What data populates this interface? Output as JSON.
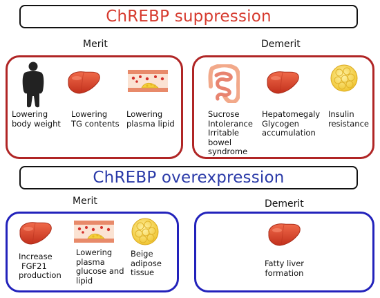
{
  "suppression": {
    "title": "ChREBP suppression",
    "merit_label": "Merit",
    "demerit_label": "Demerit",
    "merits": [
      {
        "icon": "body-silhouette-icon",
        "lines": [
          "Lowering",
          "body weight"
        ]
      },
      {
        "icon": "liver-icon",
        "lines": [
          "Lowering",
          "TG contents"
        ]
      },
      {
        "icon": "blood-vessel-icon",
        "lines": [
          "Lowering",
          "plasma lipid"
        ]
      }
    ],
    "demerits": [
      {
        "icon": "intestine-icon",
        "lines": [
          "Sucrose",
          "Intolerance",
          "Irritable",
          "bowel",
          "syndrome"
        ]
      },
      {
        "icon": "liver-icon",
        "lines": [
          "Hepatomegaly",
          "Glycogen",
          "accumulation"
        ]
      },
      {
        "icon": "adipocyte-icon",
        "lines": [
          "Insulin",
          "resistance"
        ]
      }
    ]
  },
  "overexpression": {
    "title": "ChREBP overexpression",
    "merit_label": "Merit",
    "demerit_label": "Demerit",
    "merits": [
      {
        "icon": "liver-icon",
        "lines": [
          "Increase",
          "FGF21",
          "production"
        ]
      },
      {
        "icon": "blood-vessel-icon",
        "lines": [
          "Lowering",
          "plasma",
          "glucose and",
          "lipid"
        ]
      },
      {
        "icon": "adipocyte-icon",
        "lines": [
          "Beige",
          "adipose",
          "tissue"
        ]
      }
    ],
    "demerits": [
      {
        "icon": "liver-icon",
        "lines": [
          "Fatty liver",
          "formation"
        ]
      }
    ]
  },
  "colors": {
    "suppression_title": "#d63a2e",
    "overexpression_title": "#2a3aa8",
    "suppression_border": "#b02525",
    "overexpression_border": "#2222bb",
    "liver": "#d9452b",
    "fat": "#f4d24a"
  }
}
